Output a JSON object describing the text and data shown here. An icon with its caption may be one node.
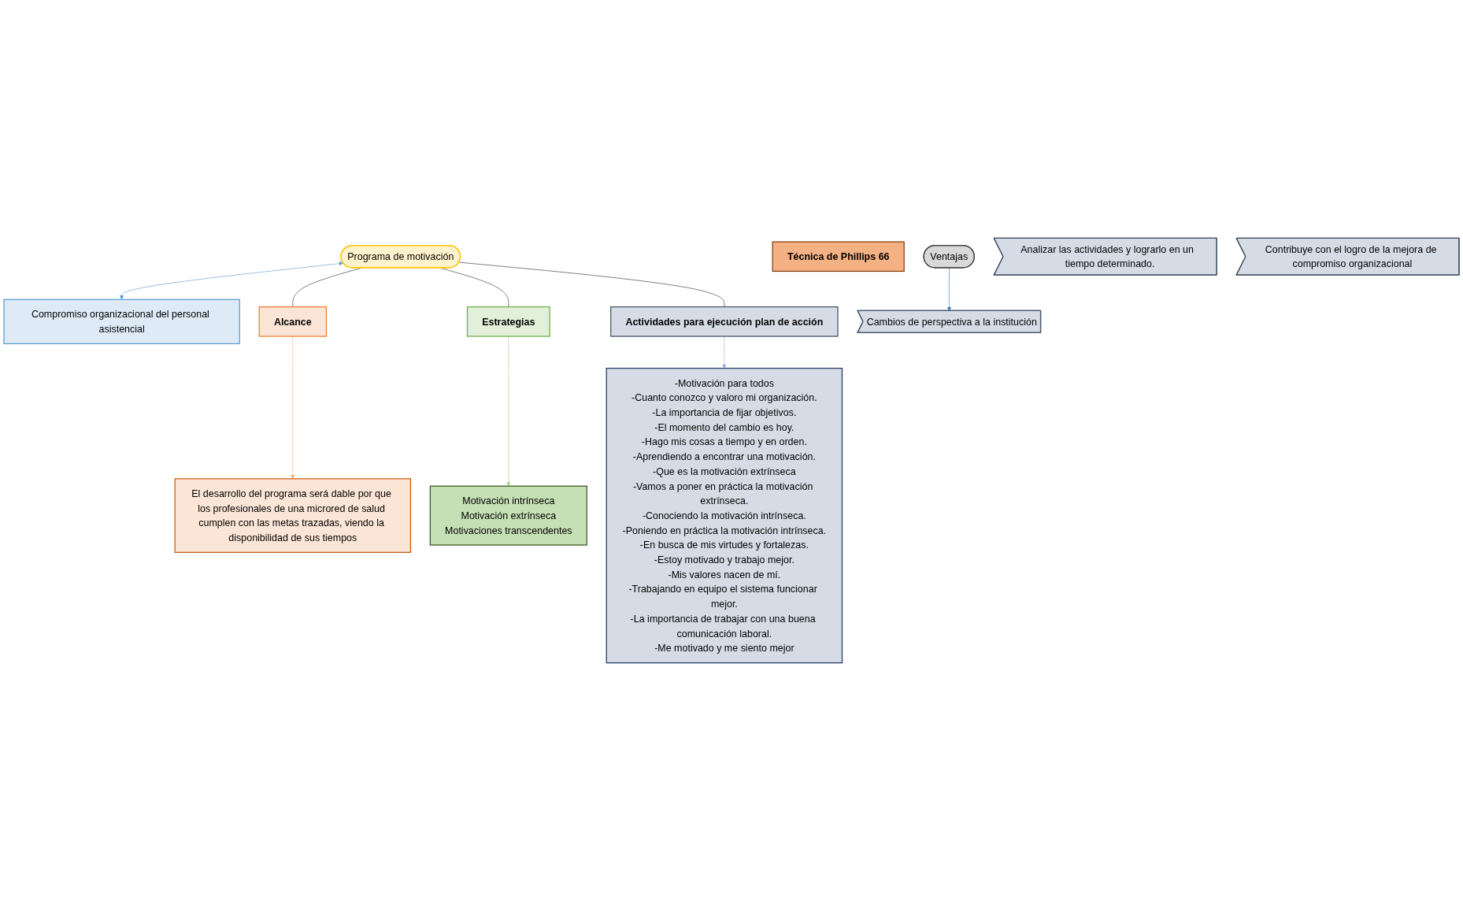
{
  "diagram": {
    "nodes": [
      {
        "text": [
          "Programa de motivación"
        ]
      },
      {
        "text": [
          "Compromiso organizacional del personal asistencial"
        ]
      },
      {
        "text": [
          "Alcance"
        ]
      },
      {
        "text": [
          "El desarrollo del programa será dable por que los profesionales de una microred de salud cumplen con las metas trazadas, viendo la disponibilidad de sus tiempos"
        ]
      },
      {
        "text": [
          "Estrategias"
        ]
      },
      {
        "text": [
          "Motivación intrínseca",
          "Motivación extrínseca",
          "Motivaciones transcendentes"
        ]
      },
      {
        "text": [
          "Actividades para ejecución plan de acción"
        ]
      },
      {
        "text": [
          "-Motivación para todos",
          "-Cuanto conozco y valoro mi organización.",
          "-La importancia de fijar objetivos.",
          "-El momento del cambio es hoy.",
          "-Hago mis cosas a tiempo y en orden.",
          "-Aprendiendo a encontrar una motivación.",
          "-Que es la motivación extrínseca",
          "-Vamos a poner en práctica la motivación extrínseca.",
          "-Conociendo la motivación intrínseca.",
          "-Poniendo en práctica la motivación intrínseca.",
          "-En busca de mis virtudes y fortalezas.",
          "-Estoy motivado y trabajo mejor.",
          "-Mis valores nacen de mí.",
          "-Trabajando en equipo el sistema funcionar mejor.",
          "-La importancia de trabajar con una buena comunicación laboral.",
          "-Me motivado y me siento mejor"
        ]
      },
      {
        "text": [
          "Técnica de Phillips 66"
        ]
      },
      {
        "text": [
          "Ventajas"
        ]
      },
      {
        "text": [
          "Cambios de perspectiva a la institución"
        ]
      },
      {
        "text": [
          "Analizar las actividades y lograrlo en un  tiempo determinado."
        ]
      },
      {
        "text": [
          "Contribuye con el logro de la mejora de compromiso organizacional"
        ]
      }
    ],
    "edges": [
      {
        "from": 0,
        "to": 1,
        "arrow": "both",
        "color": "#5b9bd5"
      },
      {
        "from": 0,
        "to": 2,
        "arrow": "none"
      },
      {
        "from": 0,
        "to": 4,
        "arrow": "none"
      },
      {
        "from": 0,
        "to": 6,
        "arrow": "none"
      },
      {
        "from": 2,
        "to": 3,
        "arrow": "to",
        "color": "#f4b183"
      },
      {
        "from": 4,
        "to": 5,
        "arrow": "to",
        "color": "#a9d18e"
      },
      {
        "from": 6,
        "to": 7,
        "arrow": "to",
        "color": "#8faadc"
      },
      {
        "from": 9,
        "to": 10,
        "arrow": "to",
        "color": "#2e75b6"
      }
    ]
  }
}
